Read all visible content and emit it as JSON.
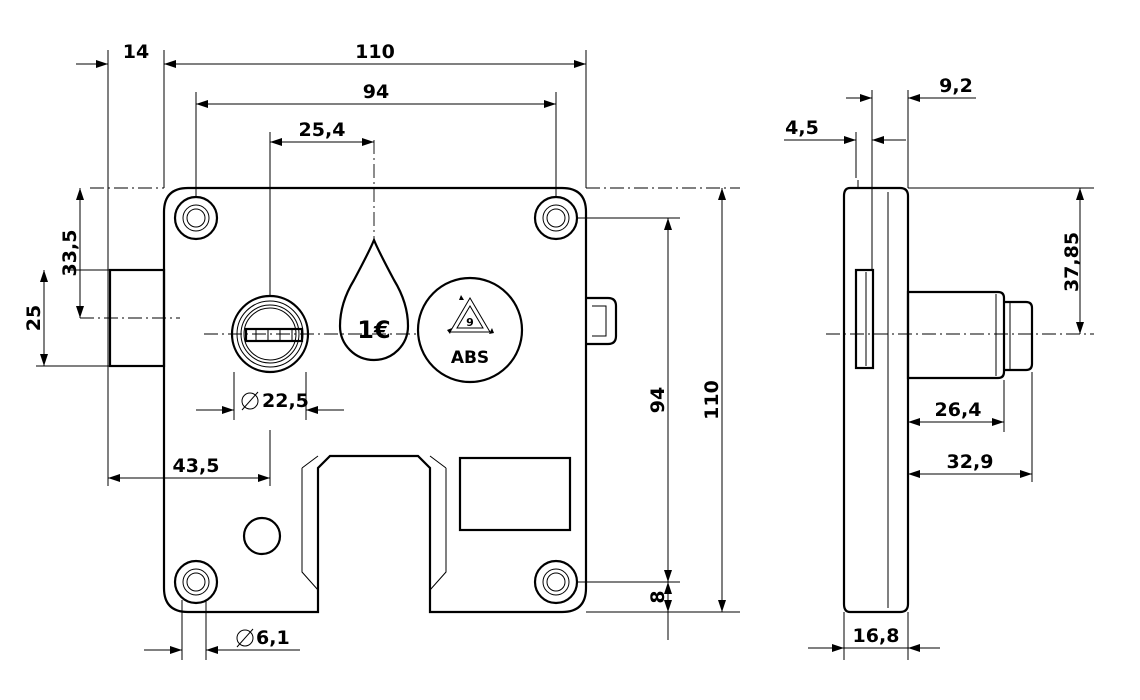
{
  "dimensions": {
    "front_flange_offset": "14",
    "front_overall_width": "110",
    "front_hole_spacing_h": "94",
    "front_key_offset": "25,4",
    "front_bolt_offset": "33,5",
    "front_bolt_height": "25",
    "front_cylinder_diameter": "22,5",
    "front_key_distance": "43,5",
    "front_hole_diameter": "6,1",
    "front_hole_spacing_v": "94",
    "front_overall_height": "110",
    "front_bottom_margin": "8",
    "side_cover_thickness": "9,2",
    "side_slot_width": "4,5",
    "side_bolt_height": "37,85",
    "side_bolt_projection": "26,4",
    "side_bolt_total": "32,9",
    "side_body_depth": "16,8"
  },
  "labels": {
    "coin_value": "1€",
    "material": "ABS"
  }
}
